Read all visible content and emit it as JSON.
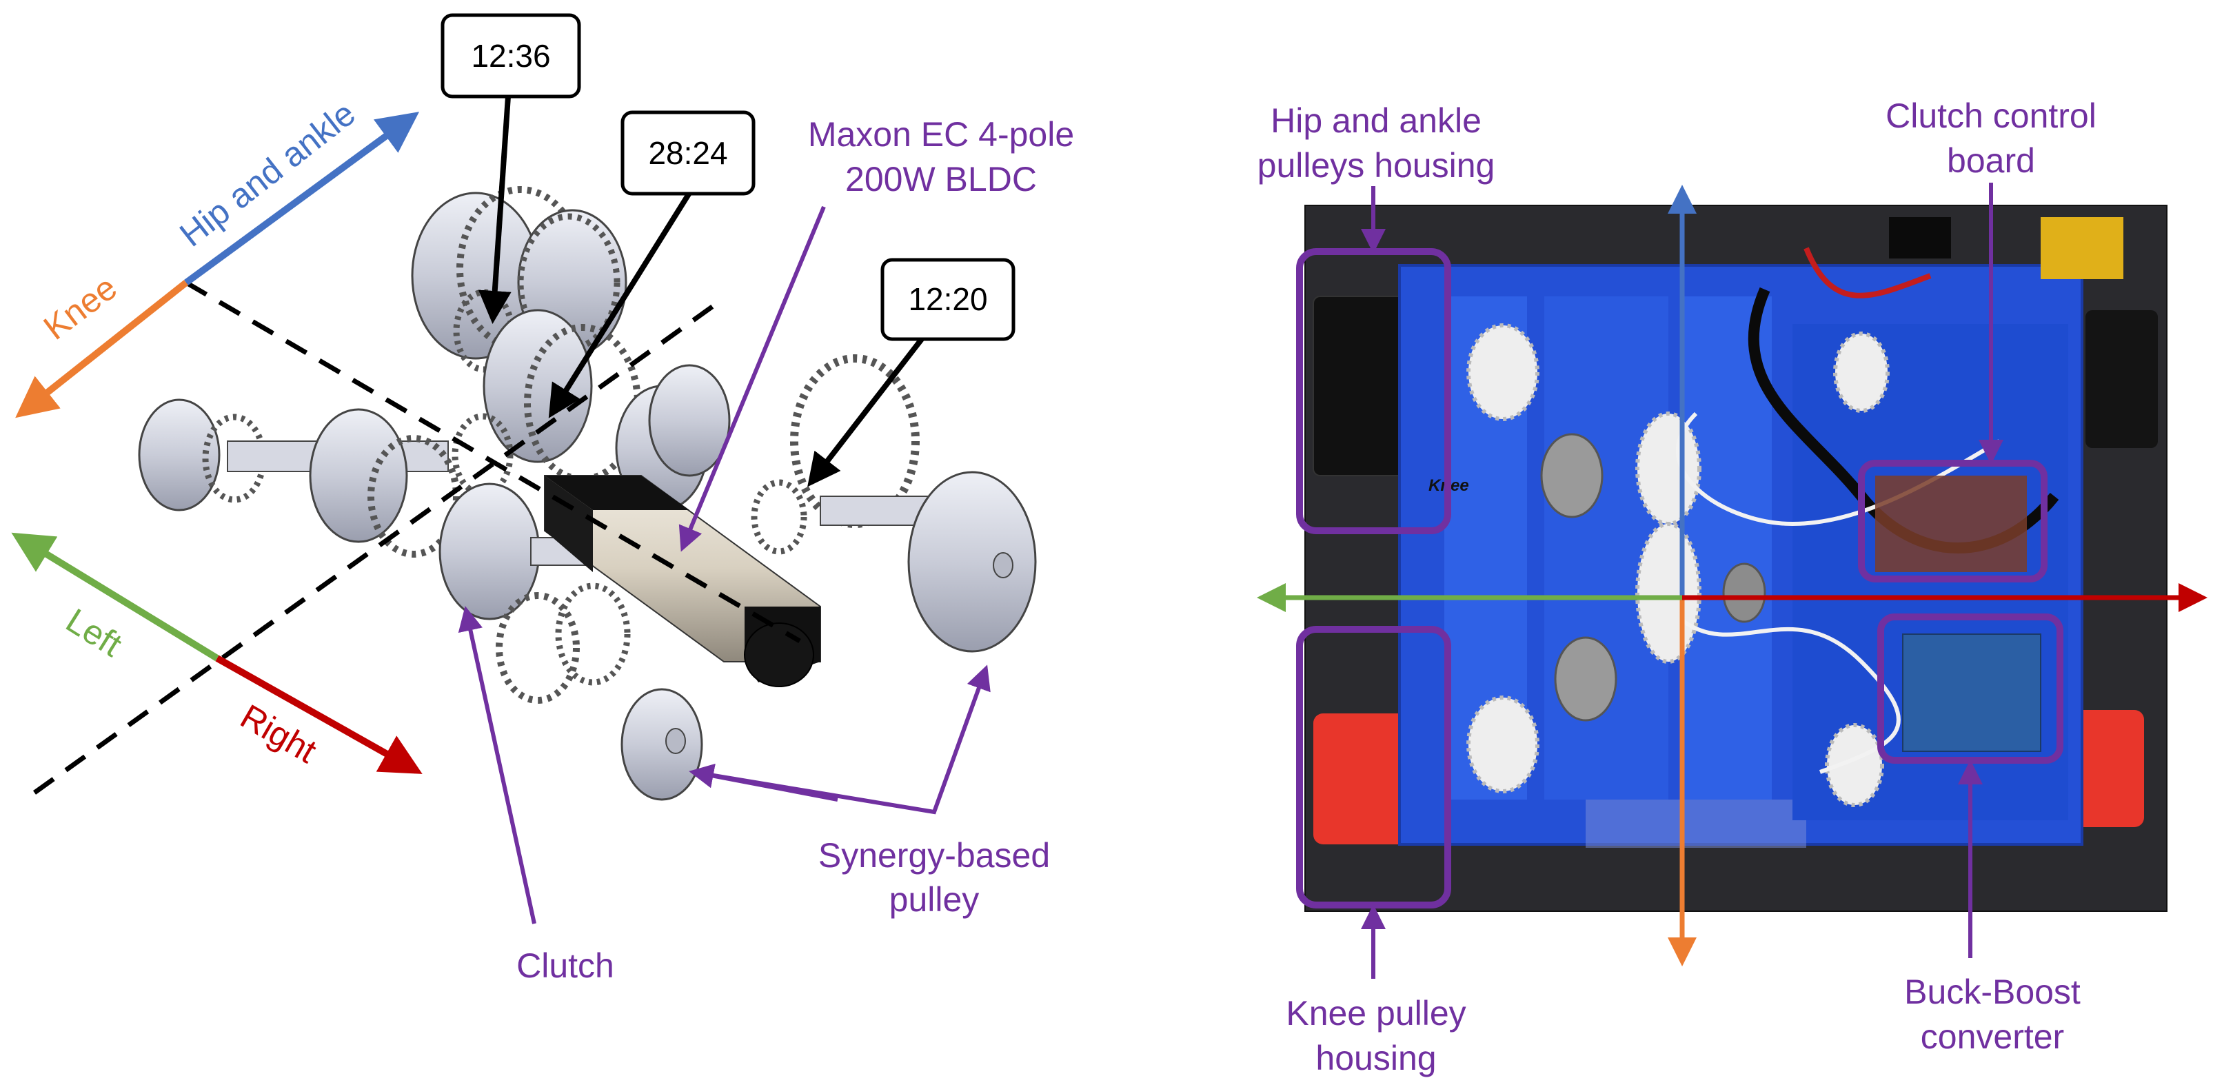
{
  "colors": {
    "purple": "#7030a0",
    "blue": "#4472c4",
    "orange": "#ed7d31",
    "green": "#70ad47",
    "red": "#c00000",
    "black": "#000000"
  },
  "left_panel": {
    "axes": {
      "hip_ankle": "Hip and ankle",
      "knee": "Knee",
      "left": "Left",
      "right": "Right"
    },
    "gear_ratios": [
      "12:36",
      "28:24",
      "12:20"
    ],
    "labels": {
      "motor_line1": "Maxon EC 4-pole",
      "motor_line2": "200W BLDC",
      "pulley_line1": "Synergy-based",
      "pulley_line2": "pulley",
      "clutch": "Clutch"
    }
  },
  "right_panel": {
    "labels": {
      "hip_housing_line1": "Hip and ankle",
      "hip_housing_line2": "pulleys housing",
      "clutch_board_line1": "Clutch control",
      "clutch_board_line2": "board",
      "knee_housing_line1": "Knee pulley",
      "knee_housing_line2": "housing",
      "buck_boost_line1": "Buck-Boost",
      "buck_boost_line2": "converter",
      "photo_text": "Knee"
    }
  }
}
